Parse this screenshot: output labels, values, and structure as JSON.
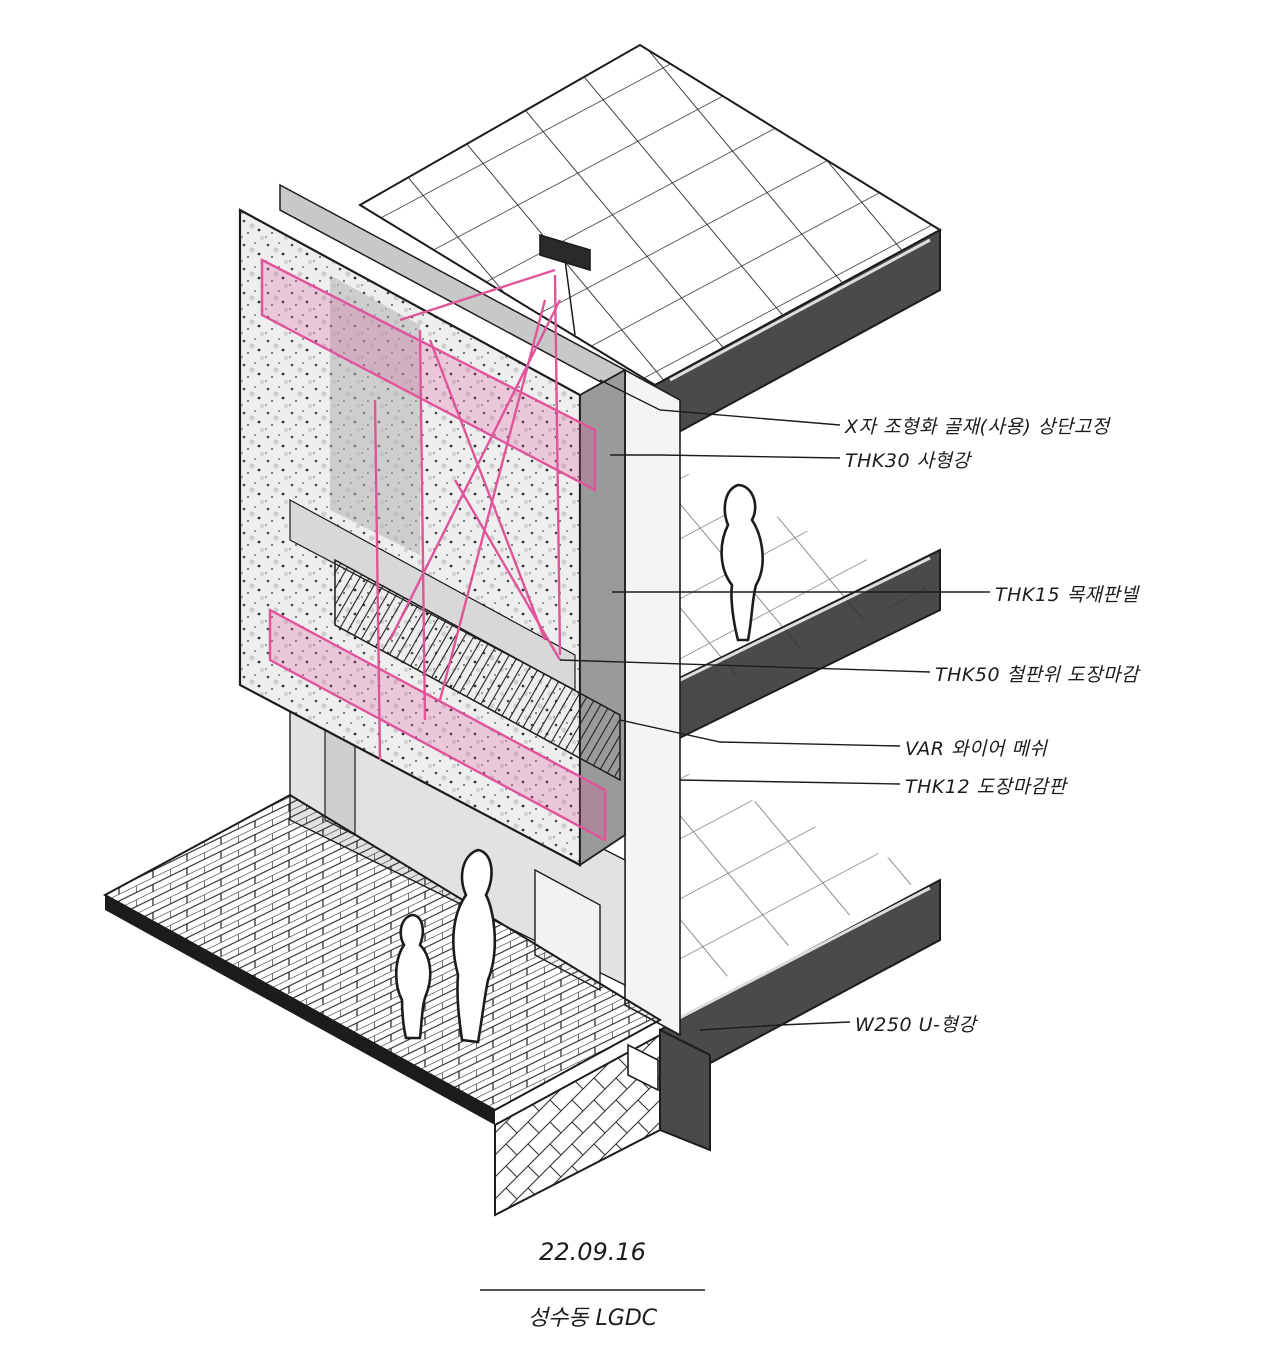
{
  "annotations": [
    {
      "id": "cross-brace",
      "text": "X자 조형화 골재(사용) 상단고정"
    },
    {
      "id": "thk30",
      "text": "THK30 사형강"
    },
    {
      "id": "thk15",
      "text": "THK15 목재판넬"
    },
    {
      "id": "thk50",
      "text": "THK50 철판위 도장마감"
    },
    {
      "id": "var",
      "text": "VAR 와이어 메쉬"
    },
    {
      "id": "thk12",
      "text": "THK12 도장마감판"
    },
    {
      "id": "w250",
      "text": "W250 U-형강"
    }
  ],
  "footer": {
    "date": "22.09.16",
    "place": "성수동 LGDC"
  },
  "colors": {
    "ink": "#1c1c1c",
    "magenta": "#e0559a",
    "grey_dark": "#4a4a4a",
    "grey_mid": "#9a9a9a",
    "grey_light": "#d6d6d6"
  }
}
